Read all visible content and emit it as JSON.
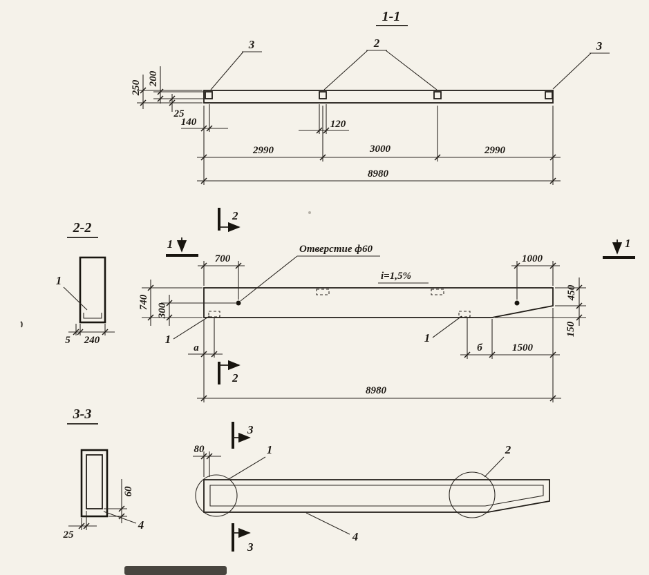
{
  "s11": {
    "title": "1-1",
    "callout_3_left": "3",
    "callout_2": "2",
    "callout_3_right": "3",
    "dim_250": "250",
    "dim_200": "200",
    "dim_25": "25",
    "dim_140": "140",
    "dim_120": "120",
    "dim_2990_left": "2990",
    "dim_3000": "3000",
    "dim_2990_right": "2990",
    "dim_8980": "8980"
  },
  "s22": {
    "title": "2-2",
    "callout_1": "1",
    "dim_5": "5",
    "dim_240": "240"
  },
  "elev": {
    "hole_note": "Отверстие ф60",
    "slope_note": "i=1,5%",
    "mark_1_left": "1",
    "mark_1_right": "1",
    "mark_2_top": "2",
    "mark_2_bottom": "2",
    "callout_1_left": "1",
    "callout_1_right": "1",
    "dim_700": "700",
    "dim_1000": "1000",
    "dim_450": "450",
    "dim_740": "740",
    "dim_300": "300",
    "dim_150": "150",
    "dim_a": "a",
    "dim_b": "б",
    "dim_1500": "1500",
    "dim_8980": "8980"
  },
  "s33": {
    "title": "3-3",
    "callout_4": "4",
    "dim_60": "60",
    "dim_25": "25"
  },
  "bottom": {
    "mark_3_top": "3",
    "mark_3_bottom": "3",
    "callout_1": "1",
    "callout_2": "2",
    "callout_4": "4",
    "dim_80": "80"
  }
}
